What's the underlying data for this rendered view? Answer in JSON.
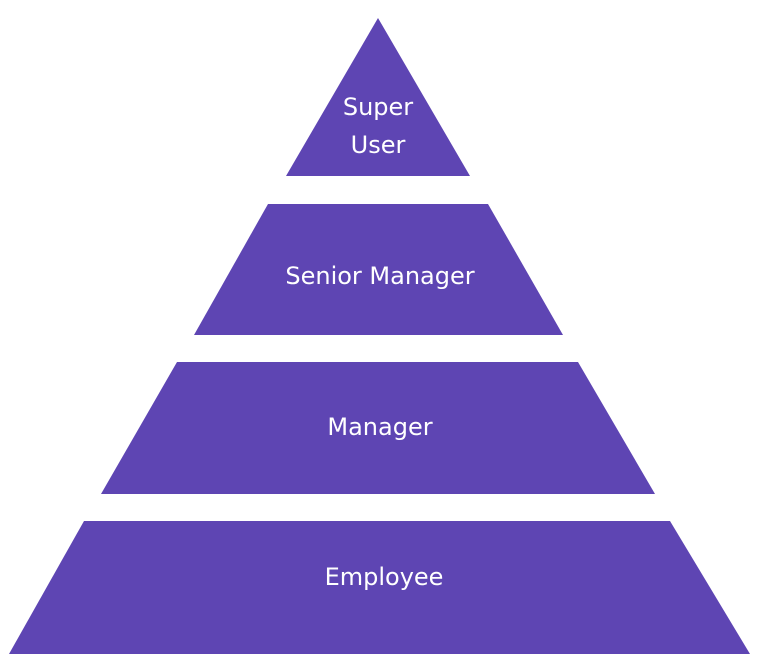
{
  "pyramid": {
    "tiers": [
      {
        "label_lines": [
          "Super",
          "User"
        ],
        "color": "#5e45b3"
      },
      {
        "label_lines": [
          "Senior Manager"
        ],
        "color": "#5e45b3"
      },
      {
        "label_lines": [
          "Manager"
        ],
        "color": "#5e45b3"
      },
      {
        "label_lines": [
          "Employee"
        ],
        "color": "#5e45b3"
      }
    ]
  }
}
